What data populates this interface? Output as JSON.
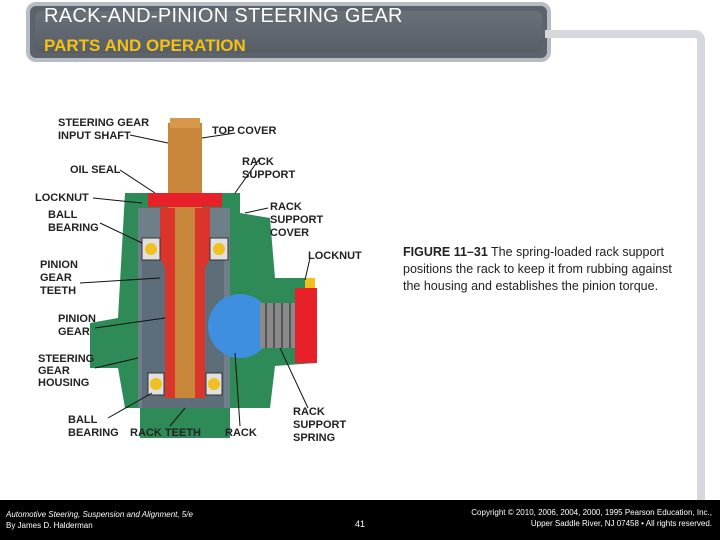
{
  "slide": {
    "title": "RACK-AND-PINION STEERING GEAR",
    "subtitle": "PARTS AND OPERATION"
  },
  "diagram": {
    "labels": {
      "input_shaft_1": "STEERING GEAR",
      "input_shaft_2": "INPUT SHAFT",
      "top_cover": "TOP COVER",
      "oil_seal": "OIL SEAL",
      "rack_support_1": "RACK",
      "rack_support_2": "SUPPORT",
      "locknut_left": "LOCKNUT",
      "ball_bearing_top_1": "BALL",
      "ball_bearing_top_2": "BEARING",
      "rack_support_cover_1": "RACK",
      "rack_support_cover_2": "SUPPORT",
      "rack_support_cover_3": "COVER",
      "locknut_right": "LOCKNUT",
      "pinion_gear_teeth_1": "PINION",
      "pinion_gear_teeth_2": "GEAR",
      "pinion_gear_teeth_3": "TEETH",
      "pinion_gear_1": "PINION",
      "pinion_gear_2": "GEAR",
      "housing_1": "STEERING",
      "housing_2": "GEAR",
      "housing_3": "HOUSING",
      "ball_bearing_bottom_1": "BALL",
      "ball_bearing_bottom_2": "BEARING",
      "rack_teeth": "RACK TEETH",
      "rack": "RACK",
      "rack_support_spring_1": "RACK",
      "rack_support_spring_2": "SUPPORT",
      "rack_support_spring_3": "SPRING"
    },
    "colors": {
      "housing": "#2e8b57",
      "shaft": "#c8863a",
      "pinion": "#d9352a",
      "cover": "#e8202a",
      "ball": "#3f8fe0",
      "bearing": "#f0c020",
      "spring": "#8a8a8a"
    }
  },
  "caption": {
    "figure": "FIGURE 11–31",
    "text": "The spring-loaded rack support positions the rack to keep it from rubbing against the housing and establishes the pinion torque."
  },
  "footer": {
    "book": "Automotive Steering, Suspension and Alignment, 5/e",
    "author": "By James D. Halderman",
    "page": "41",
    "copyright_1": "Copyright © 2010, 2006, 2004, 2000, 1995 Pearson Education, Inc.,",
    "copyright_2": "Upper Saddle River, NJ 07458 • All rights reserved."
  }
}
